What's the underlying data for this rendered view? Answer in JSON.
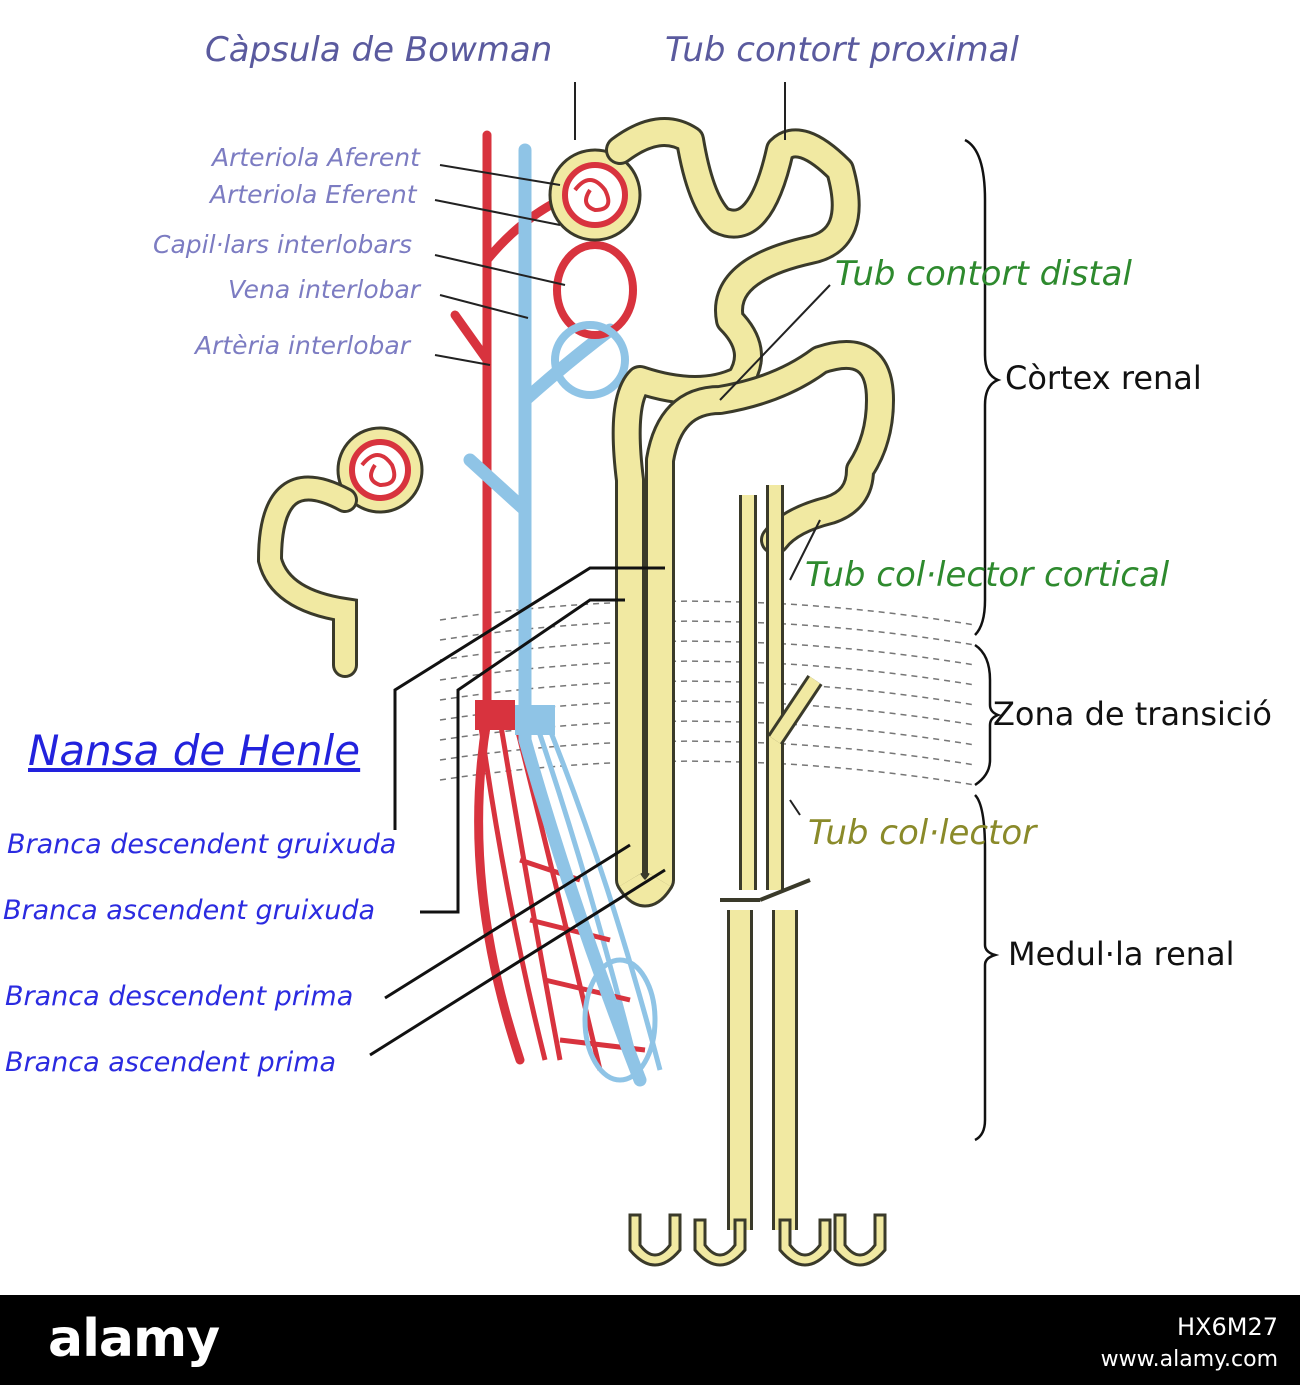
{
  "labels": {
    "capsula_bowman": "Càpsula de Bowman",
    "tub_contort_proximal": "Tub contort proximal",
    "arteriola_aferent": "Arteriola Aferent",
    "arteriola_eferent": "Arteriola Eferent",
    "capil_lars": "Capil·lars interlobars",
    "vena_interlobar": "Vena interlobar",
    "arteria_interlobar": "Artèria interlobar",
    "tub_contort_distal": "Tub contort distal",
    "cortex_renal": "Còrtex renal",
    "tub_collector_cortical": "Tub col·lector cortical",
    "zona_transicio": "Zona de transició",
    "nansa_henle": "Nansa de Henle",
    "tub_collector": "Tub col·lector",
    "branca_desc_gruixuda": "Branca descendent gruixuda",
    "branca_asc_gruixuda": "Branca ascendent gruixuda",
    "branca_desc_prima": "Branca descendent prima",
    "medul_la_renal": "Medul·la renal",
    "branca_asc_prima": "Branca ascendent prima"
  },
  "colors": {
    "artery": "#d8333e",
    "vein": "#8fc4e6",
    "tubule_fill": "#f1e9a2",
    "tubule_edge": "#3a3a2a",
    "label_top": "#5a5a9e",
    "label_green": "#2e8a2e",
    "label_branch": "#2b2be0"
  },
  "footer": {
    "brand": "alamy",
    "image_id": "HX6M27",
    "site": "www.alamy.com"
  }
}
